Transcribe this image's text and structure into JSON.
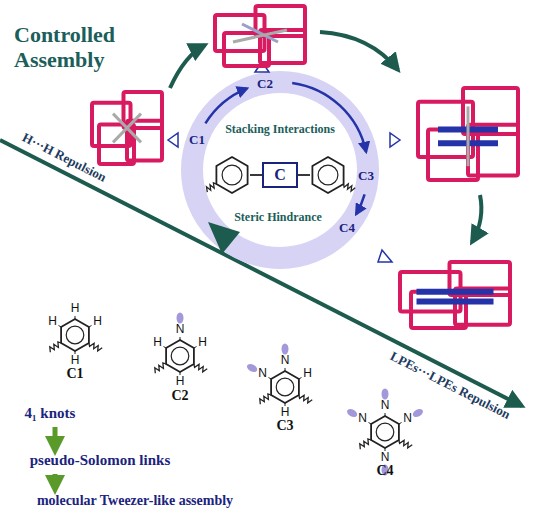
{
  "diagram": {
    "title": "Controlled Assembly",
    "nodes": [
      {
        "text": [
          "C"
        ]
      }
    ],
    "labels": [
      "C1",
      "C2",
      "C3",
      "C4",
      "Stacking Interactions",
      "Steric Hindrance",
      "H···H Repulsion",
      "LPEs···LPEs Repulsion",
      "C1",
      "C2",
      "C3",
      "C4",
      "4₁ knots",
      "pseudo-Solomon links",
      "molecular Tweezer-like assembly",
      "H",
      "H",
      "H",
      "H",
      "H",
      "N",
      "H",
      "H",
      "N",
      "N",
      "H",
      "H",
      "N",
      "N",
      "N",
      "N"
    ]
  }
}
